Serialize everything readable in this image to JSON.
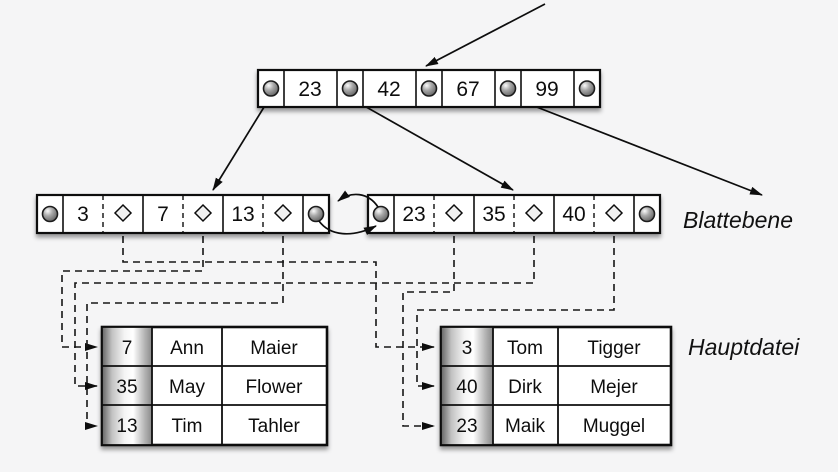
{
  "title": "B+-tree index structure diagram",
  "colors": {
    "background": "#f5f5f6",
    "ink": "#111111",
    "cell_fill": "#ffffff",
    "pointer_gray": "#8c8c8c",
    "diamond_fill": "#f1f1f1"
  },
  "root": {
    "keys": [
      "23",
      "42",
      "67",
      "99"
    ]
  },
  "leaves": [
    {
      "keys": [
        "3",
        "7",
        "13"
      ]
    },
    {
      "keys": [
        "23",
        "35",
        "40"
      ]
    }
  ],
  "labels": {
    "leaf_level": "Blattebene",
    "main_file": "Hauptdatei"
  },
  "tables": [
    {
      "rows": [
        [
          "7",
          "Ann",
          "Maier"
        ],
        [
          "35",
          "May",
          "Flower"
        ],
        [
          "13",
          "Tim",
          "Tahler"
        ]
      ]
    },
    {
      "rows": [
        [
          "3",
          "Tom",
          "Tigger"
        ],
        [
          "40",
          "Dirk",
          "Mejer"
        ],
        [
          "23",
          "Maik",
          "Muggel"
        ]
      ]
    }
  ],
  "icons": {
    "pointer_dot": "node-pointer-slot",
    "diamond": "record-pointer-slot",
    "arrow": "pointer-arrow"
  }
}
